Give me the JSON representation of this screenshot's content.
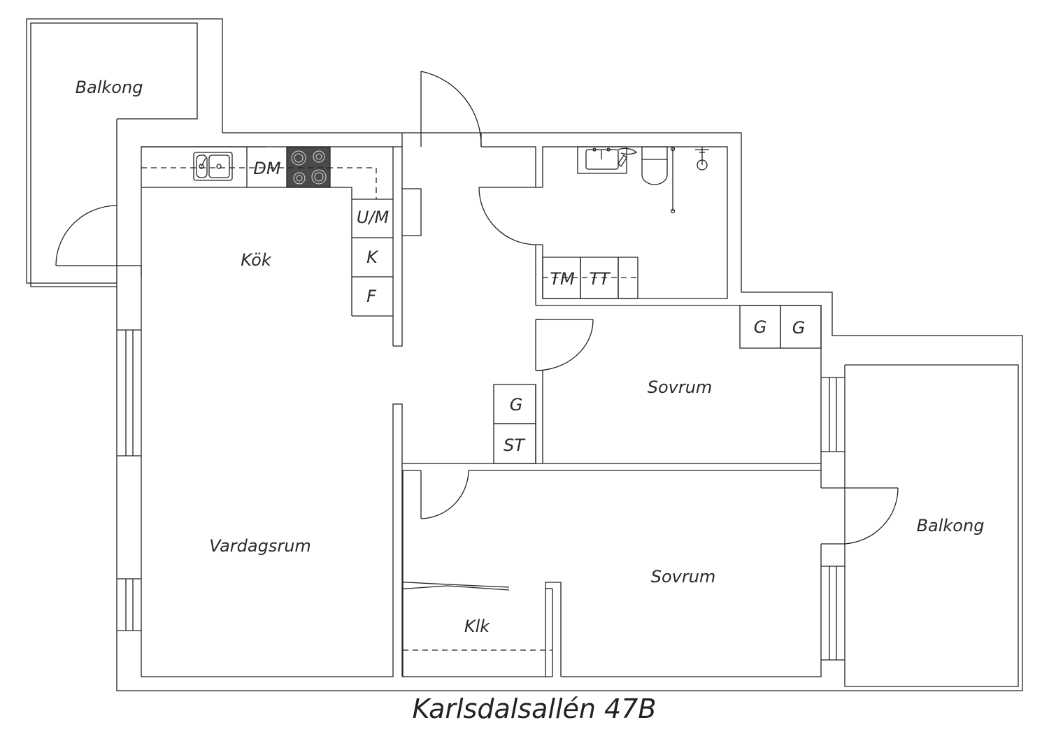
{
  "title": "Karlsdalsallén 47B",
  "rooms": {
    "balkong_nw": "Balkong",
    "kok": "Kök",
    "vardagsrum": "Vardagsrum",
    "sovrum_upper": "Sovrum",
    "sovrum_lower": "Sovrum",
    "klk": "Klk",
    "balkong_se": "Balkong"
  },
  "fixtures": {
    "dm": "DM",
    "um": "U/M",
    "k": "K",
    "f": "F",
    "tm": "TM",
    "tt": "TT",
    "g_upper_1": "G",
    "g_upper_2": "G",
    "g_hall": "G",
    "st": "ST"
  },
  "colors": {
    "line": "#222222",
    "stove": "#4a4a4a",
    "background": "#ffffff"
  }
}
